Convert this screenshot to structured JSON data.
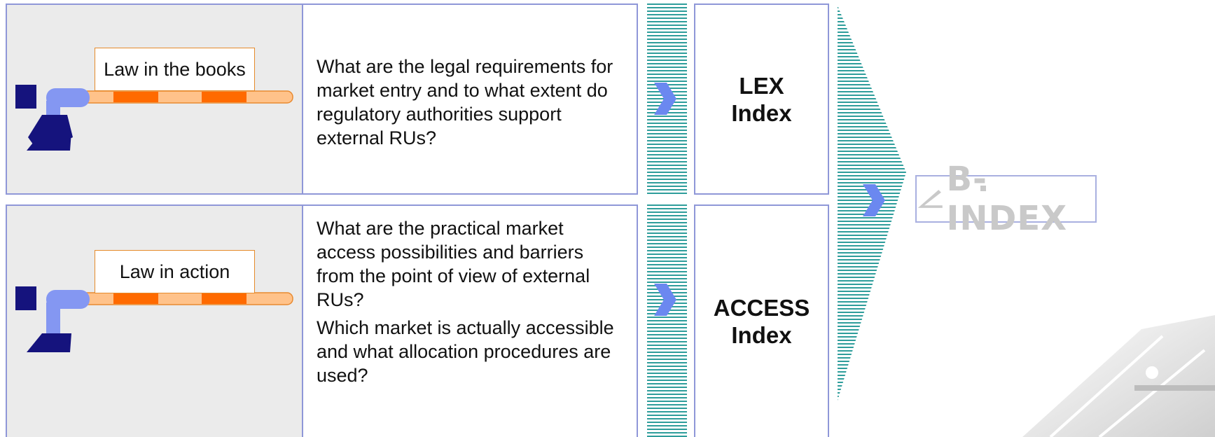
{
  "rows": [
    {
      "barrier_label": "Law in the books",
      "question_parts": [
        "What are the legal requirements for market entry and to what extent do regulatory authorities support external RUs?"
      ],
      "index_label": [
        "LEX",
        "Index"
      ]
    },
    {
      "barrier_label": "Law in action",
      "question_parts": [
        "What are the practical market access possibilities and barriers from the point of view of external RUs?",
        "Which market is actually accessible and what allocation procedures are used?"
      ],
      "index_label": [
        "ACCESS",
        "Index"
      ]
    }
  ],
  "result": {
    "logo_text": "B-INDEX"
  },
  "colors": {
    "border": "#8f97d8",
    "panel_bg": "#ebebeb",
    "stripe": "#2e9d9b",
    "arrow": "#6b88f0",
    "barrier_dark": "#15137d",
    "barrier_post": "#8497f2",
    "bar_orange": "#ff6a00",
    "bar_light": "#ffc28a"
  },
  "icons": {
    "barrier": "boom-barrier-icon",
    "arrow": "chevron-right-icon"
  }
}
